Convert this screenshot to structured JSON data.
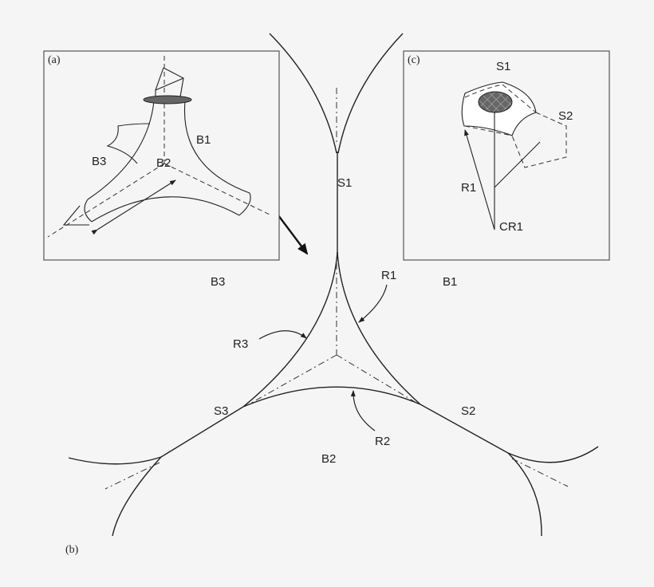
{
  "figure": {
    "background": "#f5f5f5",
    "stroke_color": "#222222",
    "shade_color": "#666666",
    "panels": {
      "a": {
        "label": "(a)",
        "labels": {
          "b1": "B1",
          "b2": "B2",
          "b3": "B3"
        }
      },
      "b": {
        "label": "(b)",
        "labels": {
          "s1": "S1",
          "s2": "S2",
          "s3": "S3",
          "r1": "R1",
          "r2": "R2",
          "r3": "R3",
          "b1": "B1",
          "b2": "B2",
          "b3": "B3"
        }
      },
      "c": {
        "label": "(c)",
        "labels": {
          "s1": "S1",
          "s2": "S2",
          "r1": "R1",
          "cr1": "CR1"
        }
      }
    }
  }
}
